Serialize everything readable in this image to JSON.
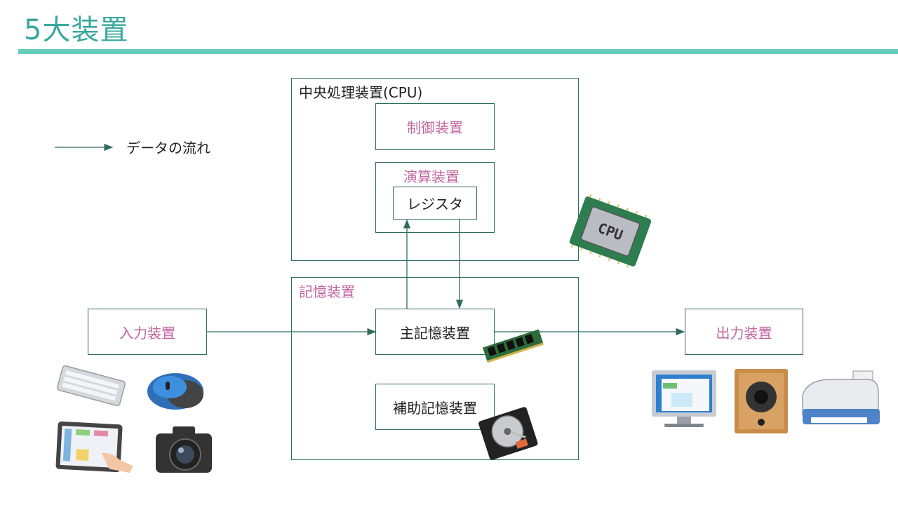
{
  "slide": {
    "title": "5大装置",
    "legend": {
      "label": "データの流れ"
    },
    "colors": {
      "accent": "#66cdbc",
      "title": "#3aa89b",
      "line": "#2f6b5e",
      "unit_label": "#c0659e"
    }
  },
  "cpu": {
    "label": "中央処理装置(CPU)",
    "control": "制御装置",
    "alu": "演算装置",
    "register": "レジスタ",
    "chip_text": "CPU"
  },
  "memory": {
    "label": "記憶装置",
    "main": "主記憶装置",
    "auxiliary": "補助記憶装置"
  },
  "input": {
    "label": "入力装置",
    "icons": [
      "keyboard-icon",
      "mouse-icon",
      "tablet-icon",
      "camera-icon"
    ]
  },
  "output": {
    "label": "出力装置",
    "icons": [
      "monitor-icon",
      "speaker-icon",
      "printer-icon"
    ]
  }
}
